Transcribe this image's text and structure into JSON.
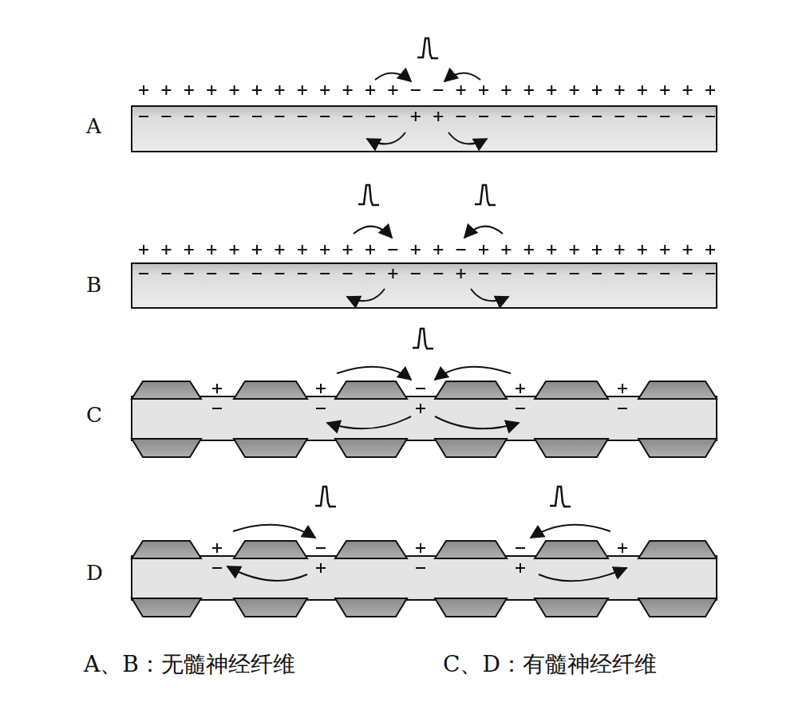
{
  "diagram": {
    "labels": [
      "A",
      "B",
      "C",
      "D",
      "A、B：无髓神经纤维",
      "C、D：有髓神经纤维"
    ]
  }
}
